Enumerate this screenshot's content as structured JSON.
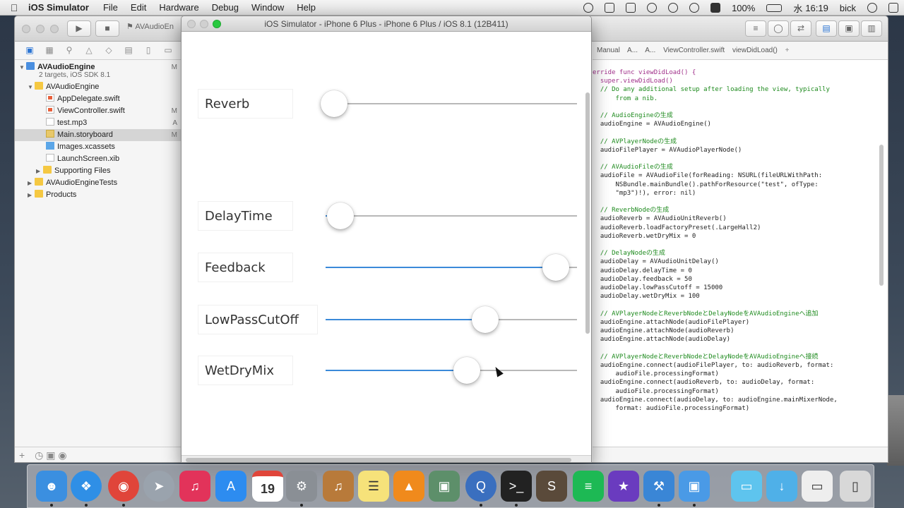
{
  "menubar": {
    "app": "iOS Simulator",
    "menus": [
      "File",
      "Edit",
      "Hardware",
      "Debug",
      "Window",
      "Help"
    ],
    "battery": "100%",
    "day": "水",
    "time": "16:19",
    "user": "bick"
  },
  "xcode": {
    "scheme": "AVAudioEn",
    "jumpbar": [
      "Manual",
      "A...",
      "A...",
      "ViewController.swift",
      "viewDidLoad()"
    ],
    "navigator": [
      {
        "label": "AVAudioEngine",
        "sub": "2 targets, iOS SDK 8.1",
        "badge": "M"
      },
      {
        "label": "AVAudioEngine",
        "badge": ""
      },
      {
        "label": "AppDelegate.swift",
        "badge": ""
      },
      {
        "label": "ViewController.swift",
        "badge": "M"
      },
      {
        "label": "test.mp3",
        "badge": "A"
      },
      {
        "label": "Main.storyboard",
        "badge": "M"
      },
      {
        "label": "Images.xcassets",
        "badge": ""
      },
      {
        "label": "LaunchScreen.xib",
        "badge": ""
      },
      {
        "label": "Supporting Files",
        "badge": ""
      },
      {
        "label": "AVAudioEngineTests",
        "badge": ""
      },
      {
        "label": "Products",
        "badge": ""
      }
    ],
    "code": [
      "erride func viewDidLoad() {",
      "  super.viewDidLoad()",
      "  // Do any additional setup after loading the view, typically",
      "      from a nib.",
      "",
      "  // AudioEngineの生成",
      "  audioEngine = AVAudioEngine()",
      "",
      "  // AVPlayerNodeの生成",
      "  audioFilePlayer = AVAudioPlayerNode()",
      "",
      "  // AVAudioFileの生成",
      "  audioFile = AVAudioFile(forReading: NSURL(fileURLWithPath:",
      "      NSBundle.mainBundle().pathForResource(\"test\", ofType:",
      "      \"mp3\")!), error: nil)",
      "",
      "  // ReverbNodeの生成",
      "  audioReverb = AVAudioUnitReverb()",
      "  audioReverb.loadFactoryPreset(.LargeHall2)",
      "  audioReverb.wetDryMix = 0",
      "",
      "  // DelayNodeの生成",
      "  audioDelay = AVAudioUnitDelay()",
      "  audioDelay.delayTime = 0",
      "  audioDelay.feedback = 50",
      "  audioDelay.lowPassCutoff = 15000",
      "  audioDelay.wetDryMix = 100",
      "",
      "  // AVPlayerNodeとReverbNodeとDelayNodeをAVAudioEngineへ追加",
      "  audioEngine.attachNode(audioFilePlayer)",
      "  audioEngine.attachNode(audioReverb)",
      "  audioEngine.attachNode(audioDelay)",
      "",
      "  // AVPlayerNodeとReverbNodeとDelayNodeをAVAudioEngineへ接続",
      "  audioEngine.connect(audioFilePlayer, to: audioReverb, format:",
      "      audioFile.processingFormat)",
      "  audioEngine.connect(audioReverb, to: audioDelay, format:",
      "      audioFile.processingFormat)",
      "  audioEngine.connect(audioDelay, to: audioEngine.mainMixerNode,",
      "      format: audioFile.processingFormat)"
    ]
  },
  "simulator": {
    "title": "iOS Simulator - iPhone 6 Plus - iPhone 6 Plus / iOS 8.1 (12B411)",
    "sliders": [
      {
        "label": "Reverb",
        "fraction": 0.0
      },
      {
        "label": "DelayTime",
        "fraction": 0.03
      },
      {
        "label": "Feedback",
        "fraction": 1.0
      },
      {
        "label": "LowPassCutOff",
        "fraction": 0.68
      },
      {
        "label": "WetDryMix",
        "fraction": 0.6
      }
    ]
  },
  "dock": {
    "calendar_day": "19",
    "items": [
      "finder-icon",
      "safari-icon",
      "chrome-icon",
      "rocket-icon",
      "itunes-icon",
      "app-store-icon",
      "calendar-icon",
      "system-preferences-icon",
      "guitar-icon",
      "notes-icon",
      "vlc-icon",
      "preview-icon",
      "quicktime-icon",
      "terminal-icon",
      "sublime-icon",
      "spotify-icon",
      "imovie-icon",
      "xcode-icon",
      "simulator-icon",
      "folder-icon",
      "downloads-icon",
      "document-icon",
      "trash-icon"
    ]
  }
}
